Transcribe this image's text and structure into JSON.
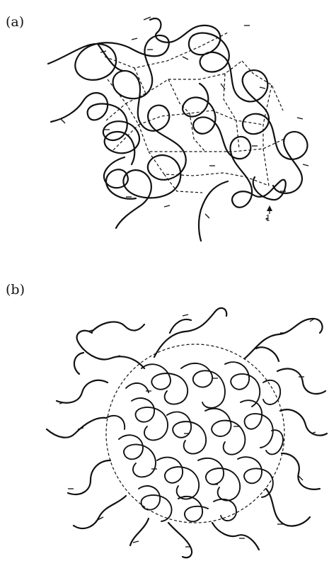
{
  "panels": {
    "a": {
      "label": "(a)",
      "marker": "1"
    },
    "b": {
      "label": "(b)"
    }
  }
}
